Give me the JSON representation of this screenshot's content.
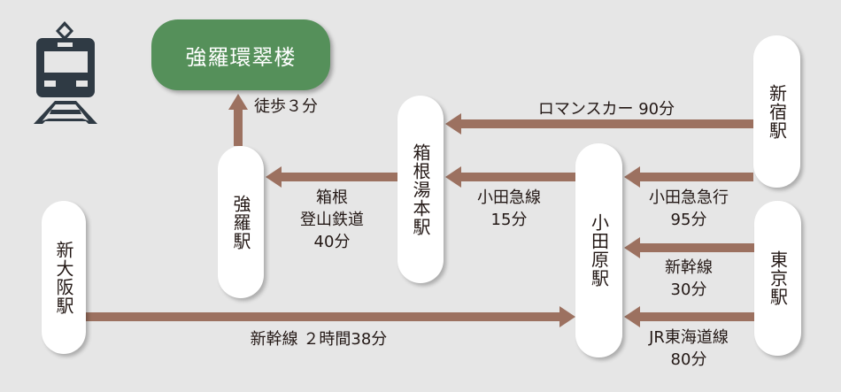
{
  "icon": "train-icon",
  "colors": {
    "arrow": "#9c7160",
    "destination": "#55905a",
    "background": "#e6e6e6"
  },
  "destination": "強羅環翠楼",
  "stations": {
    "gora": "強羅駅",
    "hakone_yumoto": "箱根湯本駅",
    "odawara": "小田原駅",
    "shinjuku": "新宿駅",
    "tokyo": "東京駅",
    "shin_osaka": "新大阪駅"
  },
  "routes": {
    "walk": "徒歩３分",
    "romancecar": "ロマンスカー 90分",
    "odakyu_express": {
      "line": "小田急急行",
      "time": "95分"
    },
    "shinkansen_tokyo": {
      "line": "新幹線",
      "time": "30分"
    },
    "jr_tokaido": {
      "line": "JR東海道線",
      "time": "80分"
    },
    "odakyu": {
      "line": "小田急線",
      "time": "15分"
    },
    "hakone_tozan": {
      "line1": "箱根",
      "line2": "登山鉄道",
      "time": "40分"
    },
    "shinkansen_osaka": "新幹線 ２時間38分"
  }
}
